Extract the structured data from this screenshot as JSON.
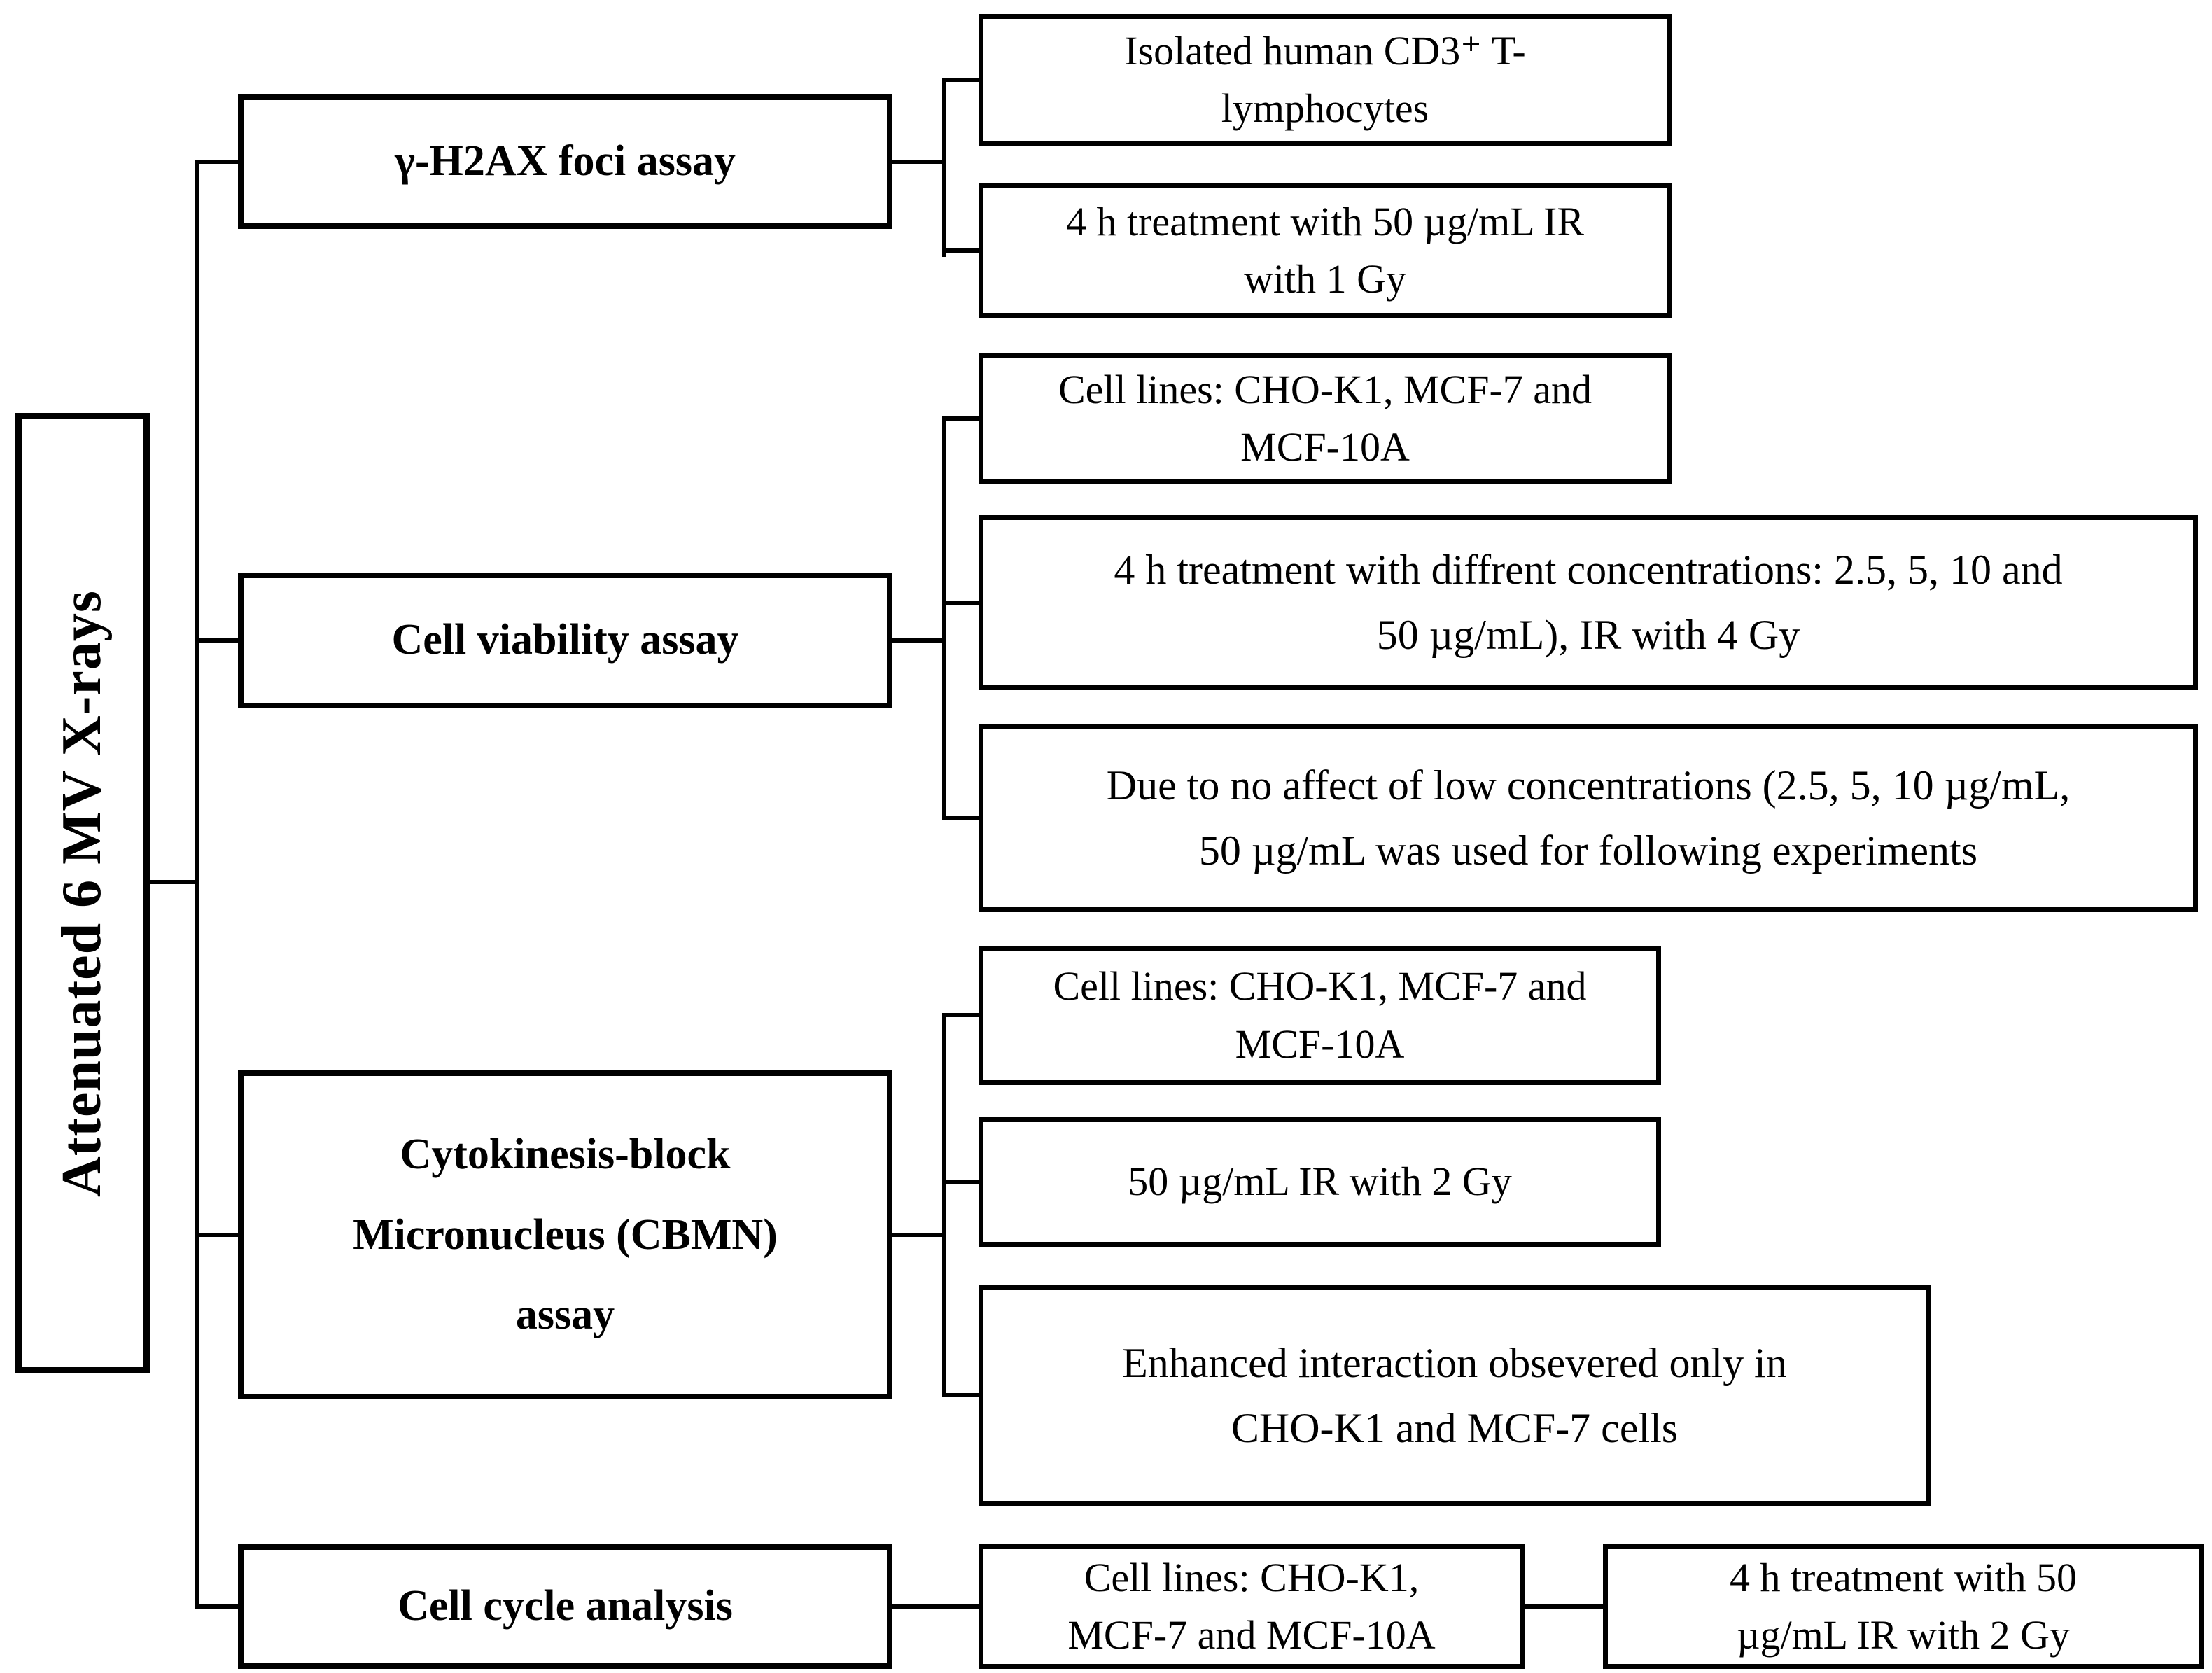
{
  "diagram": {
    "root": {
      "label": "Attenuated 6 MV X-rays"
    },
    "branches": [
      {
        "label": "γ-H2AX foci assay",
        "children": [
          "Isolated human CD3⁺ T-\nlymphocytes",
          "4 h treatment with 50 µg/mL IR\nwith 1 Gy"
        ]
      },
      {
        "label": "Cell viability assay",
        "children": [
          "Cell lines: CHO-K1, MCF-7 and\nMCF-10A",
          "4 h treatment with diffrent concentrations: 2.5, 5, 10 and\n50 µg/mL), IR with 4 Gy",
          "Due to no affect of low concentrations (2.5, 5, 10 µg/mL,\n50 µg/mL was used for following experiments"
        ]
      },
      {
        "label": "Cytokinesis-block\nMicronucleus (CBMN)\nassay",
        "children": [
          "Cell lines: CHO-K1, MCF-7 and\nMCF-10A",
          "50 µg/mL IR with 2 Gy",
          "Enhanced interaction obsevered only in\nCHO-K1 and MCF-7 cells"
        ]
      },
      {
        "label": "Cell cycle analysis",
        "children": [
          "Cell lines: CHO-K1,\nMCF-7 and MCF-10A",
          "4 h treatment with 50\nµg/mL IR with 2  Gy"
        ]
      }
    ],
    "colors": {
      "background": "#ffffff",
      "box_border": "#000000",
      "text": "#000000"
    }
  }
}
